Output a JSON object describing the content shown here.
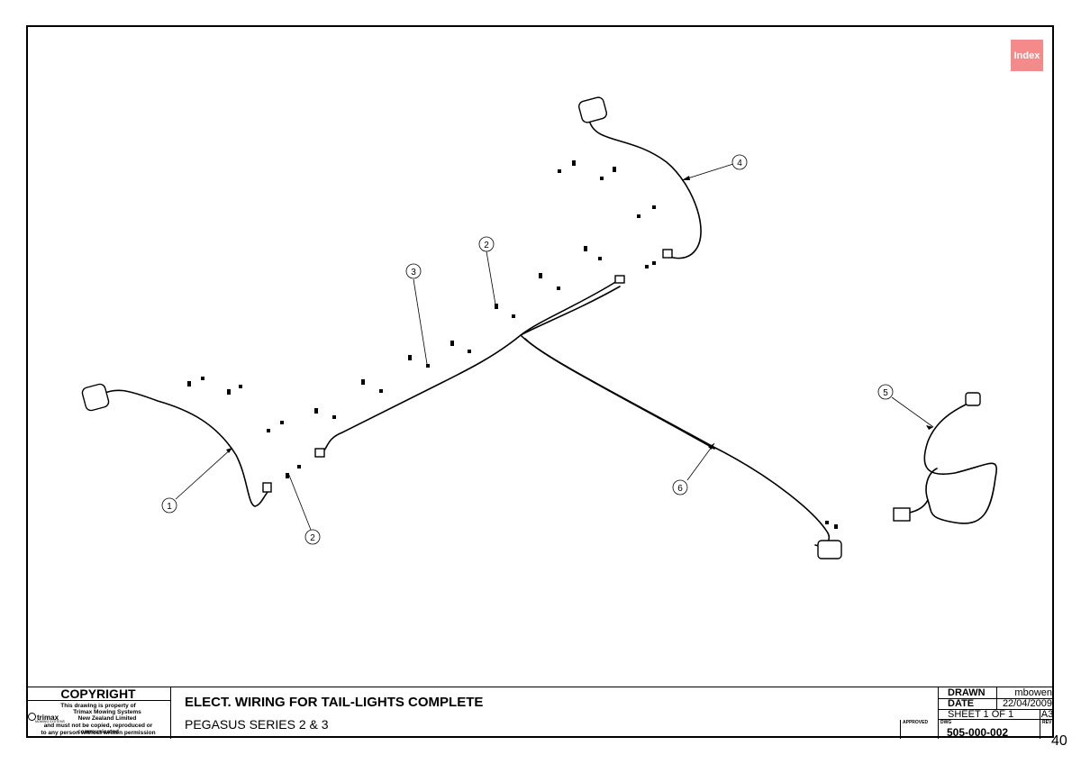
{
  "index_button": "Index",
  "balloons": [
    "4",
    "2",
    "3",
    "1",
    "2",
    "6",
    "5"
  ],
  "title_block": {
    "copyright_heading": "COPYRIGHT",
    "copyright_lines": [
      "This drawing is property of",
      "Trimax Mowing Systems",
      "New Zealand Limited",
      "and must not be copied, reproduced or communicated",
      "to any person without written permission"
    ],
    "logo": "trimax",
    "logo_sub": "MOWING SYSTEMS",
    "title": "ELECT. WIRING FOR TAIL-LIGHTS COMPLETE",
    "subtitle": "PEGASUS SERIES 2 & 3",
    "drawn_label": "DRAWN",
    "drawn_value": "mbowen",
    "date_label": "DATE",
    "date_value": "22/04/2009",
    "sheet": "SHEET 1 OF 1",
    "size": "A3",
    "approved_label": "APPROVED",
    "dwg_label": "DWG",
    "dwg_number": "505-000-002",
    "rev_label": "REV"
  },
  "page_number": "40"
}
